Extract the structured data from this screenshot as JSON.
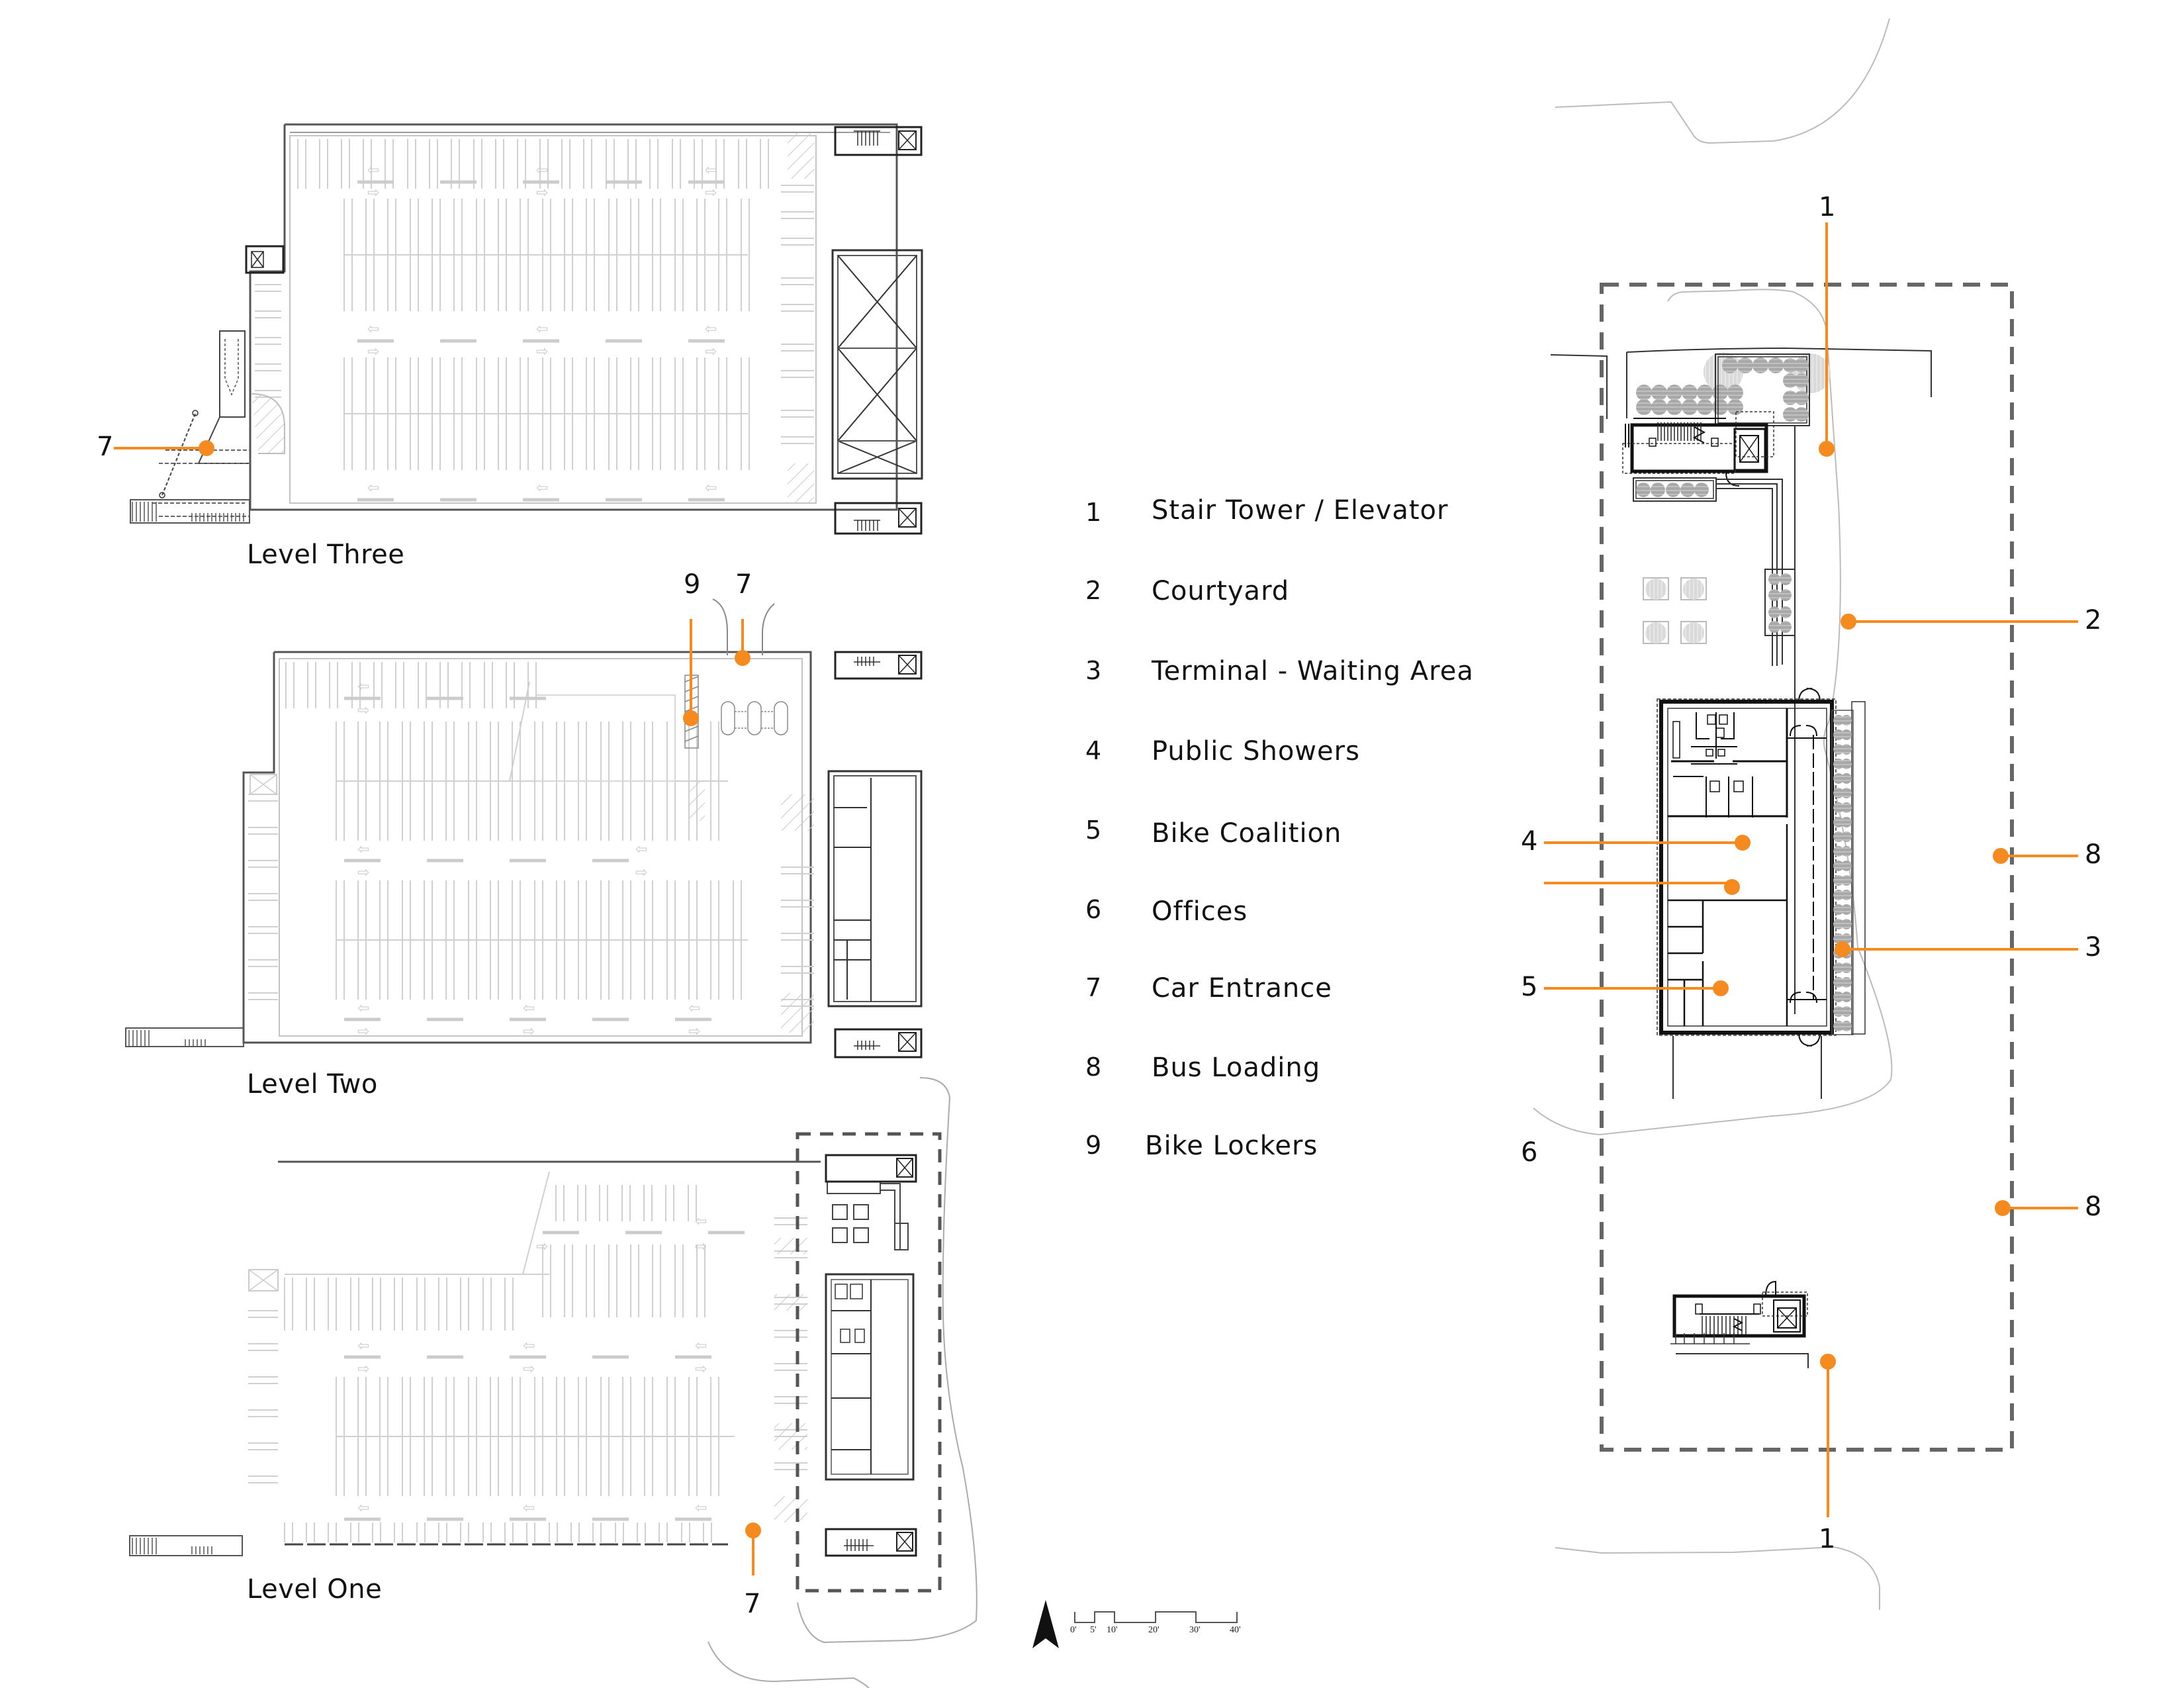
{
  "colors": {
    "accent_orange": "#F58A1F",
    "line_dark": "#111111",
    "line_light": "#BDBDBD",
    "line_faint": "#D4D4D4",
    "dashed_boundary": "#666666",
    "planting_gray": "#9E9E9E",
    "background": "#FFFFFF"
  },
  "plans": {
    "level_three": {
      "title": "Level Three",
      "callouts": [
        {
          "num": "7"
        }
      ]
    },
    "level_two": {
      "title": "Level Two",
      "callouts": [
        {
          "num": "9"
        },
        {
          "num": "7"
        }
      ]
    },
    "level_one": {
      "title": "Level One",
      "callouts": [
        {
          "num": "7"
        }
      ]
    }
  },
  "legend": {
    "items": [
      {
        "num": "1",
        "label": "Stair Tower / Elevator"
      },
      {
        "num": "2",
        "label": "Courtyard"
      },
      {
        "num": "3",
        "label": "Terminal - Waiting Area"
      },
      {
        "num": "4",
        "label": "Public Showers"
      },
      {
        "num": "5",
        "label": "Bike Coalition"
      },
      {
        "num": "6",
        "label": "Offices"
      },
      {
        "num": "7",
        "label": "Car Entrance"
      },
      {
        "num": "8",
        "label": "Bus Loading"
      },
      {
        "num": "9",
        "label": "Bike Lockers"
      }
    ]
  },
  "site_plan": {
    "callouts": {
      "top_1": "1",
      "c2": "2",
      "c3": "3",
      "c4": "4",
      "c5": "5",
      "c6": "6",
      "c8a": "8",
      "c8b": "8",
      "bottom_1": "1"
    }
  },
  "north_arrow": {
    "icon": "north-arrow-icon"
  },
  "scale_bar": {
    "ticks": [
      "0'",
      "5'",
      "10'",
      "20'",
      "30'",
      "40'"
    ]
  }
}
